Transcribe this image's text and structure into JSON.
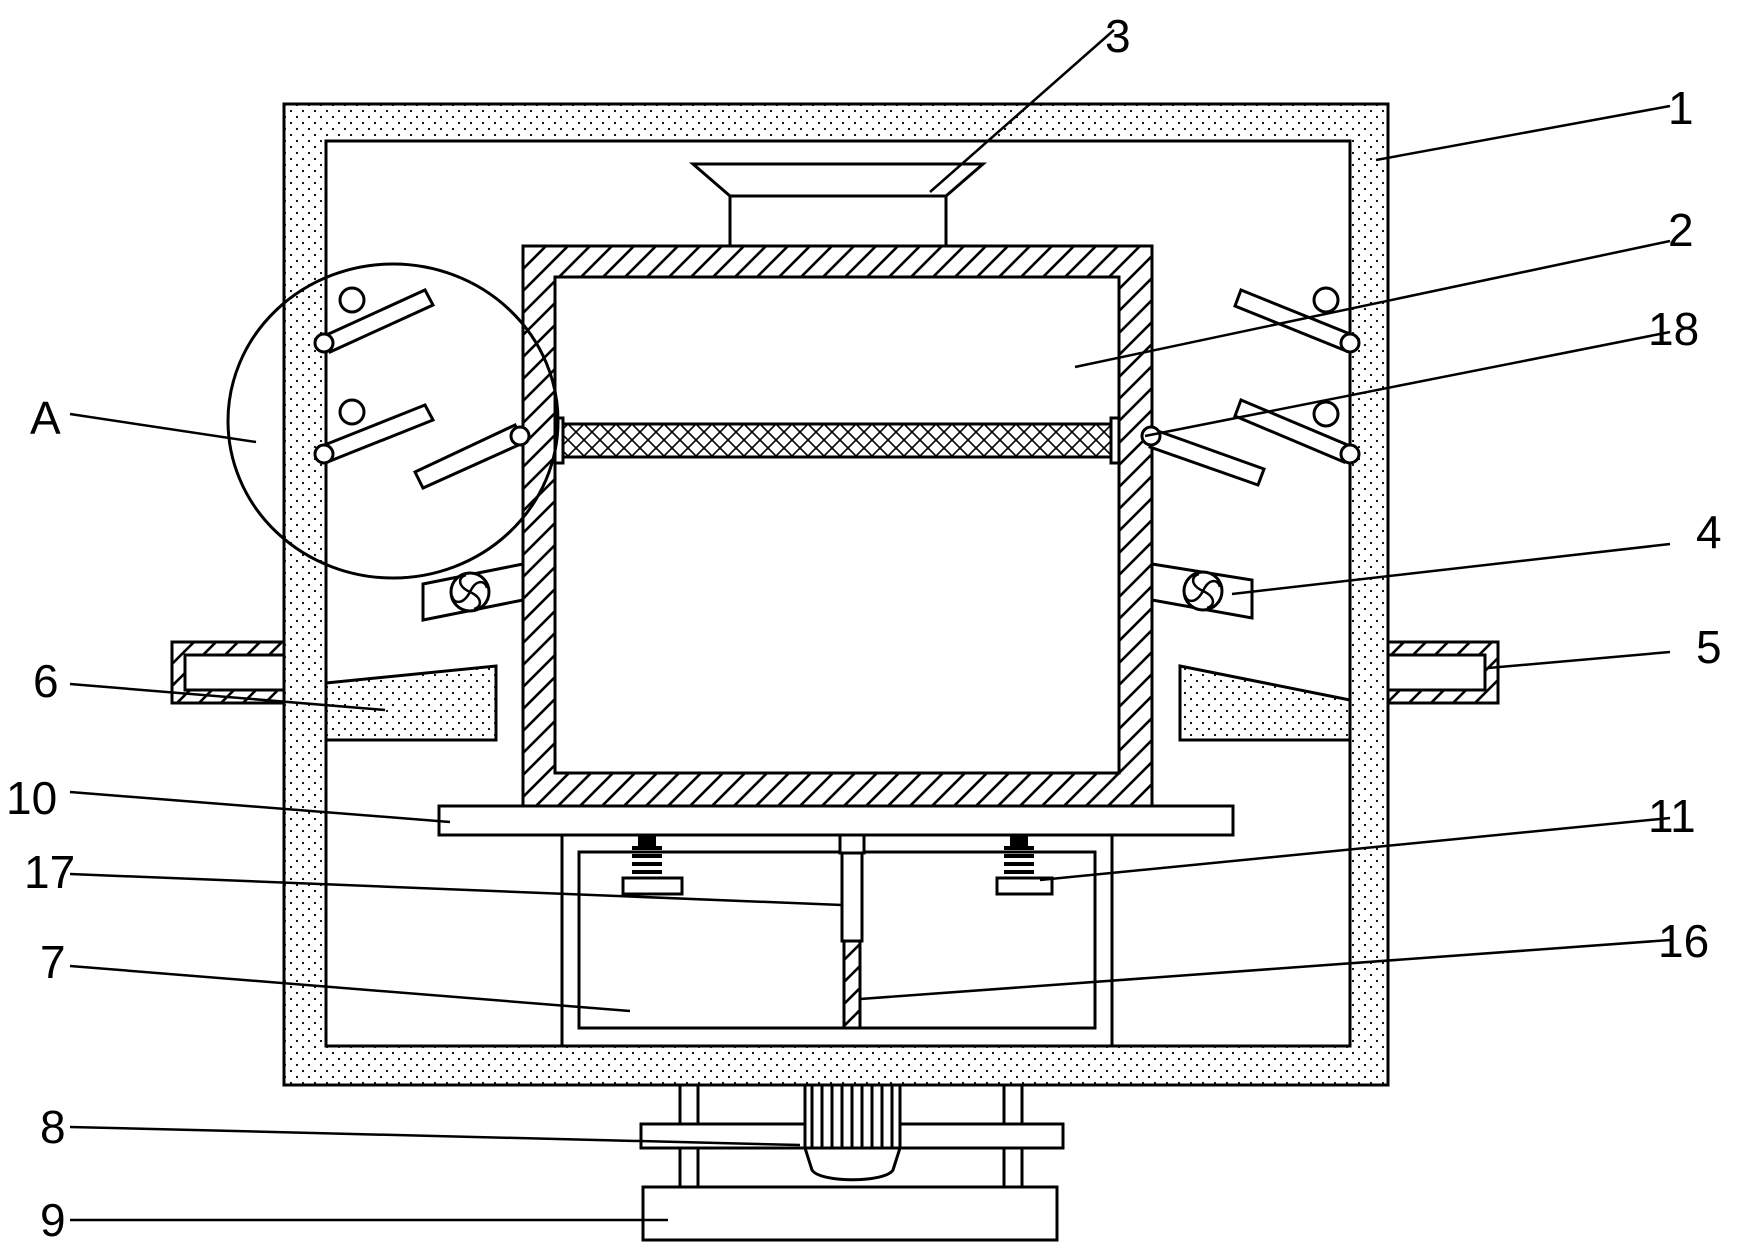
{
  "labels": {
    "l1": "1",
    "l2": "2",
    "l3": "3",
    "l4": "4",
    "l5": "5",
    "l6": "6",
    "l7": "7",
    "l8": "8",
    "l9": "9",
    "l10": "10",
    "l11": "11",
    "l16": "16",
    "l17": "17",
    "l18": "18",
    "lA": "A"
  }
}
